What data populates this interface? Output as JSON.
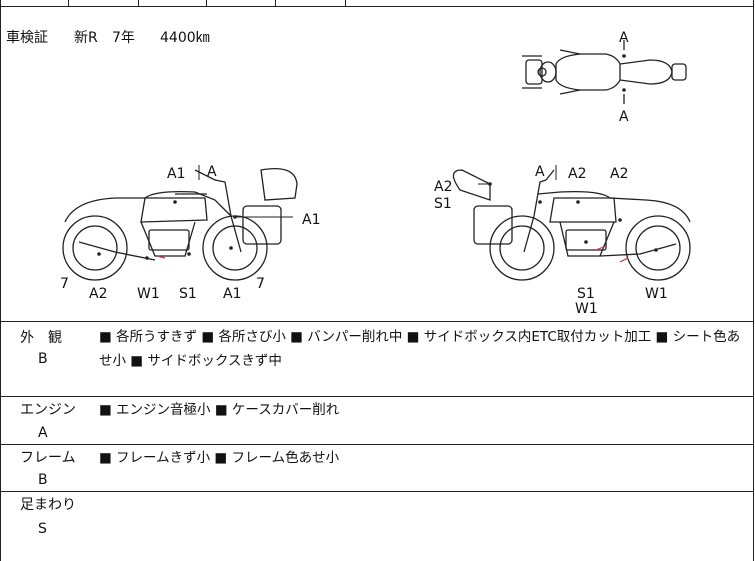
{
  "header": {
    "registration": "車検証",
    "condition": "新R",
    "years": "7年",
    "mileage": "4400",
    "mileage_unit": "㎞"
  },
  "diagram_labels": {
    "top_view": {
      "front": "A",
      "rear": "A"
    },
    "left_side": [
      "A1",
      "A",
      "A1",
      "7",
      "A2",
      "W1",
      "S1",
      "A1",
      "7"
    ],
    "right_side": [
      "A2",
      "S1",
      "A",
      "A2",
      "A2",
      "S1",
      "W1",
      "W1"
    ]
  },
  "sections": [
    {
      "name": "外　観",
      "grade": "B",
      "text": "■ 各所うすきず ■ 各所さび小 ■ バンパー削れ中 ■ サイドボックス内ETC取付カット加工 ■ シート色あせ小 ■ サイドボックスきず中"
    },
    {
      "name": "エンジン",
      "grade": "A",
      "text": "■ エンジン音極小 ■ ケースカバー削れ"
    },
    {
      "name": "フレーム",
      "grade": "B",
      "text": "■ フレームきず小 ■ フレーム色あせ小"
    },
    {
      "name": "足まわり",
      "grade": "S",
      "text": ""
    }
  ]
}
